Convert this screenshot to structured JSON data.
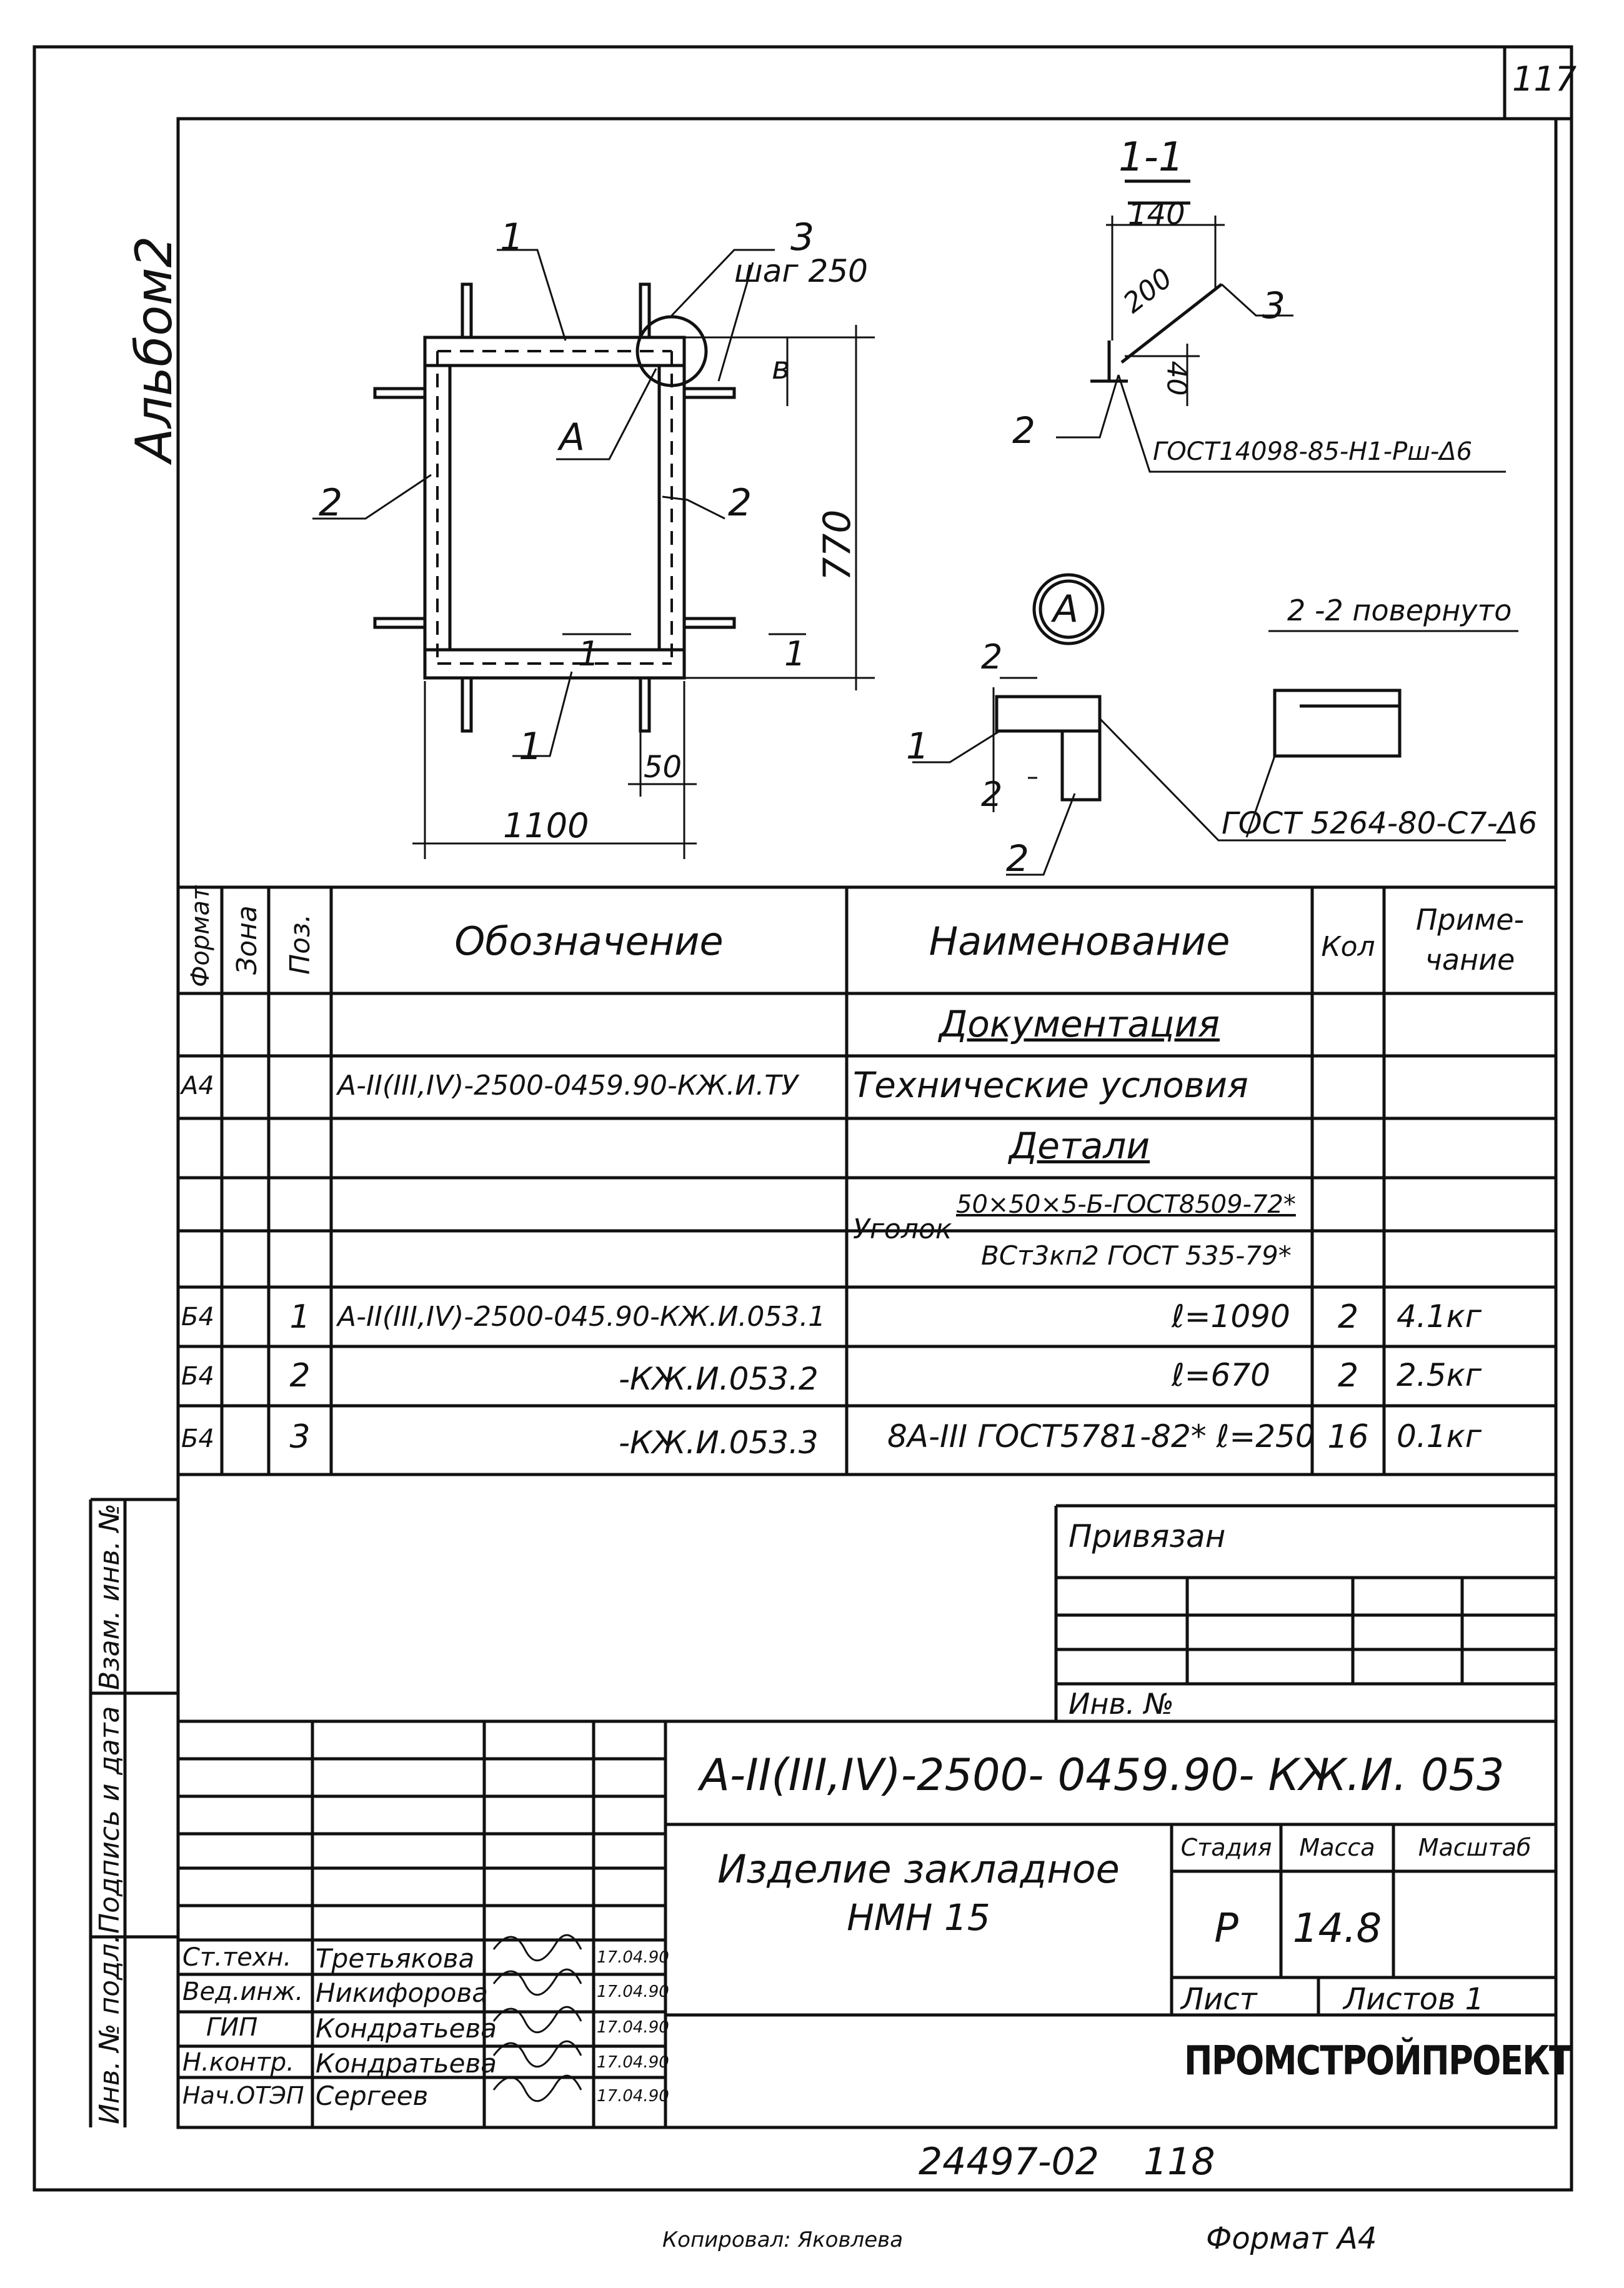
{
  "page_number": "117",
  "album": "Альбом2",
  "drawing": {
    "labels": {
      "l1_top": "1",
      "l3": "3",
      "step": "шаг 250",
      "dim_b": "в",
      "callout_a": "А",
      "l2_left": "2",
      "l2_right": "2",
      "dim_770": "770",
      "sec_mark_bot": "1",
      "sec_mark_right": "1",
      "l1_bot": "1",
      "dim_50": "50",
      "dim_1100": "1100"
    },
    "section_1_1": {
      "title": "1-1",
      "dim_140": "140",
      "dim_200": "200",
      "l3": "3",
      "dim_40": "40",
      "l2": "2",
      "weld": "ГОСТ14098-85-Н1-Рш-Δ6"
    },
    "detail_a": {
      "circle": "А",
      "sec2_top": "2",
      "l1": "1",
      "sec2_bot": "2",
      "l2": "2",
      "weld": "ГОСТ 5264-80-С7-Δ6"
    },
    "section_2_2": {
      "title": "2 -2 повернуто"
    }
  },
  "spec": {
    "headers": {
      "format": "Формат",
      "zone": "Зона",
      "pos": "Поз.",
      "designation": "Обозначение",
      "name": "Наименование",
      "qty": "Кол",
      "note": "Приме-чание"
    },
    "section_docs": "Документация",
    "section_parts": "Детали",
    "rows": [
      {
        "format": "А4",
        "pos": "",
        "designation": "А-II(III,IV)-2500-0459.90-КЖ.И.ТУ",
        "name": "Технические условия",
        "qty": "",
        "note": ""
      },
      {
        "format": "Б4",
        "pos": "1",
        "designation": "А-II(III,IV)-2500-045.90-КЖ.И.053.1",
        "name": "ℓ=1090",
        "qty": "2",
        "note": "4.1кг"
      },
      {
        "format": "Б4",
        "pos": "2",
        "designation": "-КЖ.И.053.2",
        "name": "ℓ=670",
        "qty": "2",
        "note": "2.5кг"
      },
      {
        "format": "Б4",
        "pos": "3",
        "designation": "-КЖ.И.053.3",
        "name": "8А-III ГОСТ5781-82* ℓ=250",
        "qty": "16",
        "note": "0.1кг"
      }
    ],
    "angle": {
      "prefix": "Уголок",
      "numerator": "50×50×5-Б-ГОСТ8509-72*",
      "denominator": "ВСт3кп2 ГОСТ 535-79*"
    }
  },
  "binding": {
    "label": "Привязан",
    "inv": "Инв. №"
  },
  "side_stamp": {
    "vz": "Взам. инв. №",
    "sign_date": "Подпись и дата",
    "inv_orig": "Инв. № подл."
  },
  "title_block": {
    "code": "А-II(III,IV)-2500- 0459.90- КЖ.И. 053",
    "product": "Изделие закладное",
    "product_code": "НМН 15",
    "stage_label": "Стадия",
    "mass_label": "Масса",
    "scale_label": "Масштаб",
    "stage": "Р",
    "mass": "14.8",
    "scale": "",
    "sheet_label": "Лист",
    "sheets_label": "Листов 1",
    "org": "ПРОМСТРОЙПРОЕКТ",
    "signers": [
      {
        "role": "Ст.техн.",
        "name": "Третьякова",
        "date": "17.04.90"
      },
      {
        "role": "Вед.инж.",
        "name": "Никифорова",
        "date": "17.04.90"
      },
      {
        "role": "ГИП",
        "name": "Кондратьева",
        "date": "17.04.90"
      },
      {
        "role": "Н.контр.",
        "name": "Кондратьева",
        "date": "17.04.90"
      },
      {
        "role": "Нач.ОТЭП",
        "name": "Сергеев",
        "date": "17.04.90"
      }
    ]
  },
  "footer": {
    "number": "24497-02",
    "page": "118",
    "copied": "Копировал: Яковлева",
    "format": "Формат А4"
  }
}
